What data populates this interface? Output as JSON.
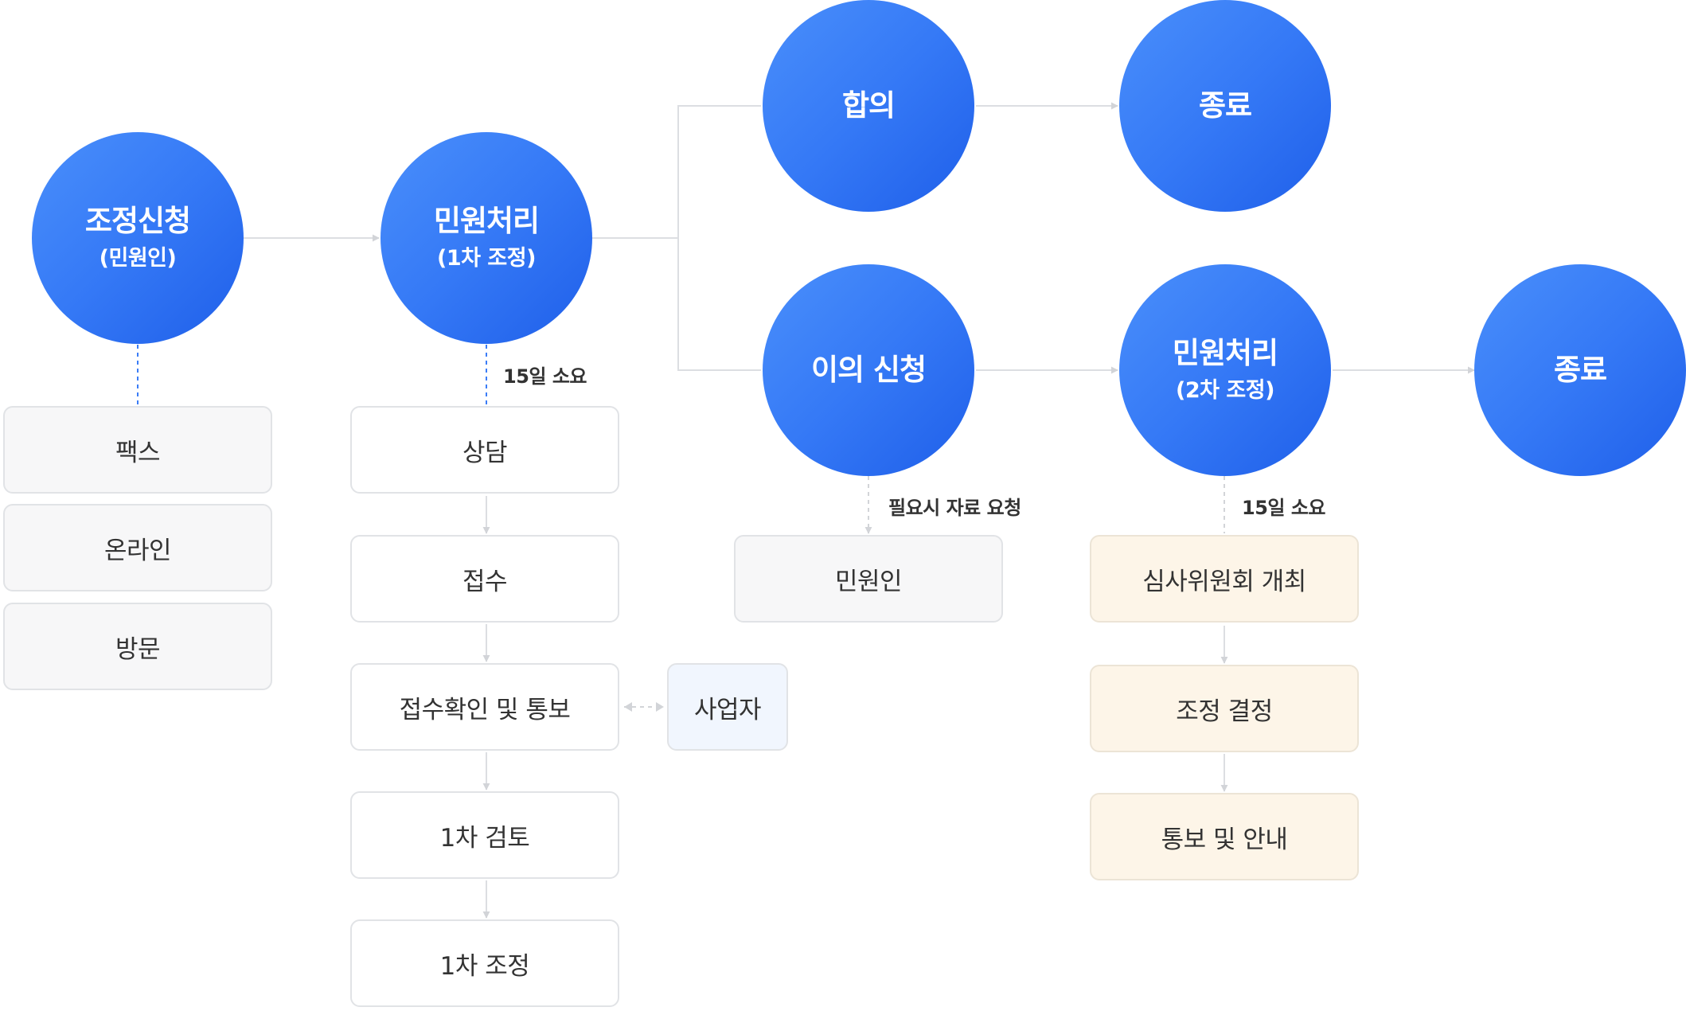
{
  "nodes": {
    "apply": {
      "title": "조정신청",
      "sub": "(민원인)"
    },
    "process1": {
      "title": "민원처리",
      "sub": "(1차 조정)"
    },
    "agree": {
      "title": "합의"
    },
    "end1": {
      "title": "종료"
    },
    "objection": {
      "title": "이의 신청"
    },
    "process2": {
      "title": "민원처리",
      "sub": "(2차 조정)"
    },
    "end2": {
      "title": "종료"
    }
  },
  "methods": [
    "팩스",
    "온라인",
    "방문"
  ],
  "steps1": [
    "상담",
    "접수",
    "접수확인 및 통보",
    "1차 검토",
    "1차 조정"
  ],
  "business": "사업자",
  "complainant": "민원인",
  "steps2": [
    "심사위원회 개최",
    "조정 결정",
    "통보 및 안내"
  ],
  "notes": {
    "duration1": "15일 소요",
    "request": "필요시 자료 요청",
    "duration2": "15일 소요"
  },
  "colors": {
    "circle_start": "#4a8ffb",
    "circle_end": "#1f5fe9",
    "box_gray": "#f7f7f8",
    "box_blue": "#f1f6fe",
    "box_cream": "#fdf5e8",
    "dashed_blue": "#3b7df7"
  }
}
